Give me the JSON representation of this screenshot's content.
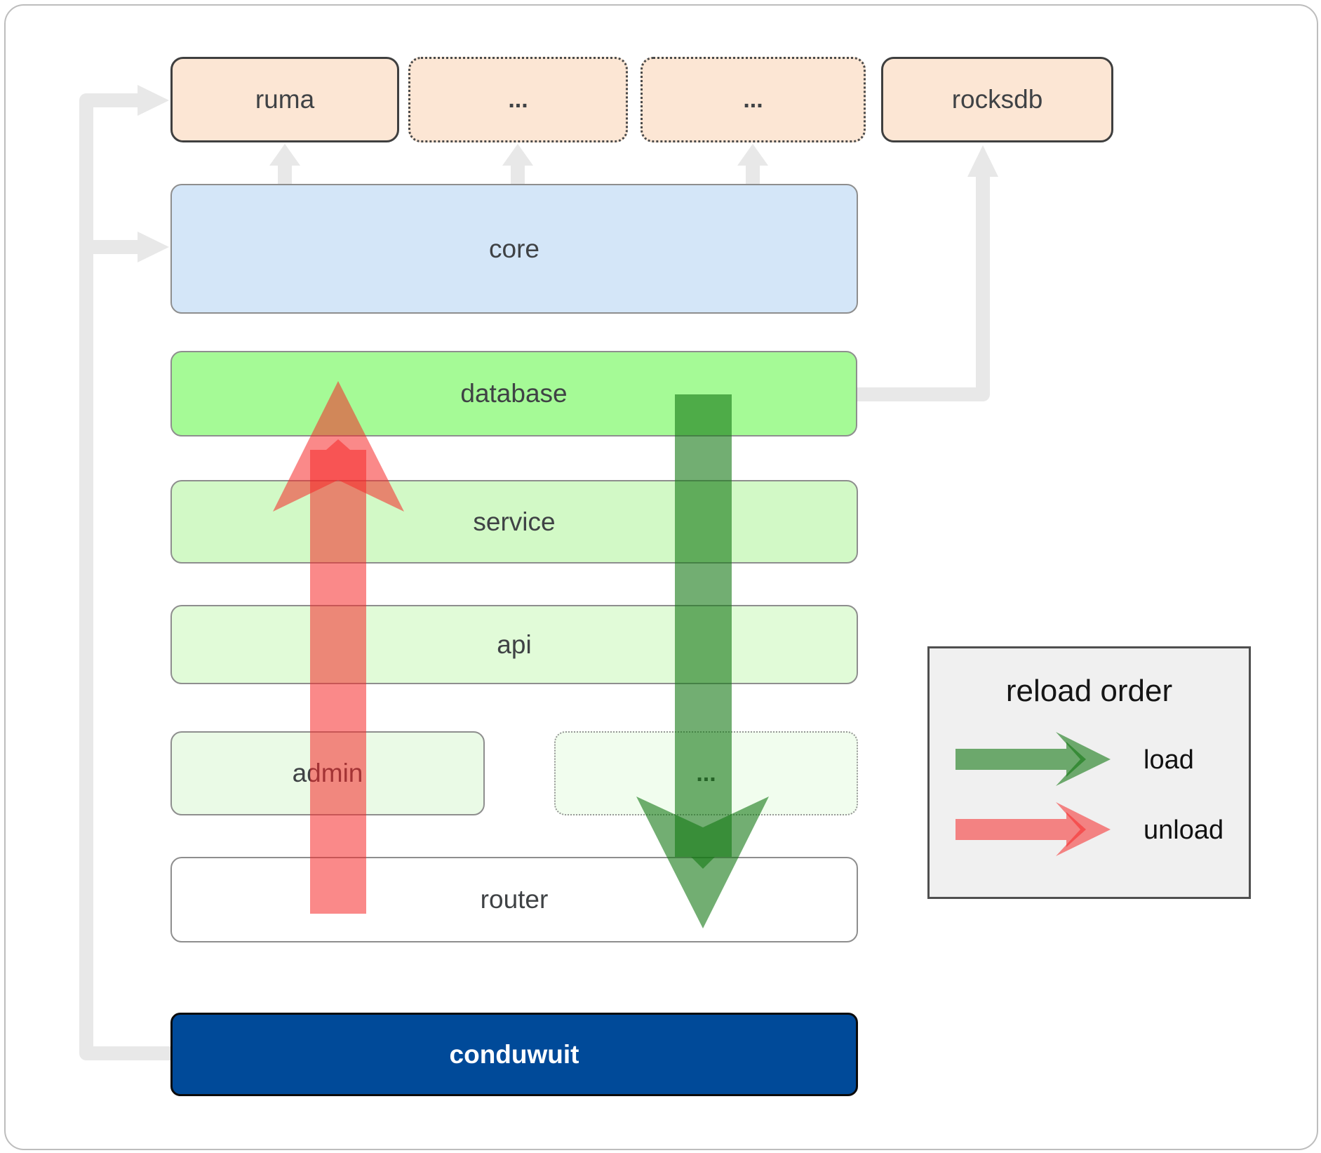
{
  "nodes": {
    "ruma": "ruma",
    "ellipsis_top_1": "...",
    "ellipsis_top_2": "...",
    "rocksdb": "rocksdb",
    "core": "core",
    "database": "database",
    "service": "service",
    "api": "api",
    "admin": "admin",
    "ellipsis_admin_row": "...",
    "router": "router",
    "conduwuit": "conduwuit"
  },
  "legend": {
    "title": "reload order",
    "items": [
      {
        "label": "load",
        "color": "#147814"
      },
      {
        "label": "unload",
        "color": "#f52828"
      }
    ]
  },
  "colors": {
    "load_green": "#147814",
    "unload_red": "#f52828",
    "connector": "#e8e8e8",
    "peach": "#fce6d4",
    "core_blue": "#d4e6f8",
    "db_green": "#a5fa96",
    "service_green": "#d2f9c6",
    "api_green": "#e1fbd8",
    "admin_green": "#eafae6",
    "row_dots_green": "#f1fdee",
    "conduwuit_blue": "#004a99",
    "legend_bg": "#f0f0f0",
    "label": "#3f4245"
  }
}
